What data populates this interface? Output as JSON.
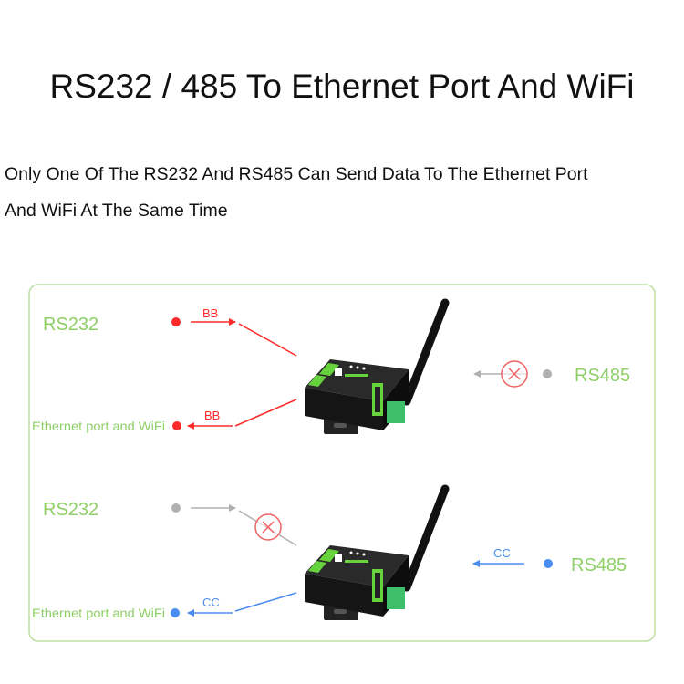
{
  "title": "RS232 / 485 To Ethernet Port And WiFi",
  "subtitle_lines": [
    "Only One Of The RS232 And RS485 Can Send Data To The Ethernet Port",
    "And WiFi At The Same Time"
  ],
  "colors": {
    "label_green": "#8fcf68",
    "panel_border": "#bfe0a2",
    "active_red": "#ff2a2a",
    "active_blue": "#4a8df0",
    "inactive_gray": "#b0b0b0",
    "blocked_x": "#f06060"
  },
  "scenarios": [
    {
      "rs232_label": "RS232",
      "rs485_label": "RS485",
      "ethernet_label": "Ethernet port and WiFi",
      "rs232_flow_label": "BB",
      "output_flow_label": "BB",
      "rs232_state": "active",
      "rs485_state": "blocked",
      "device_icon": "serial-server-device"
    },
    {
      "rs232_label": "RS232",
      "rs485_label": "RS485",
      "ethernet_label": "Ethernet port and WiFi",
      "rs485_flow_label": "CC",
      "output_flow_label": "CC",
      "rs232_state": "blocked",
      "rs485_state": "active",
      "device_icon": "serial-server-device"
    }
  ]
}
